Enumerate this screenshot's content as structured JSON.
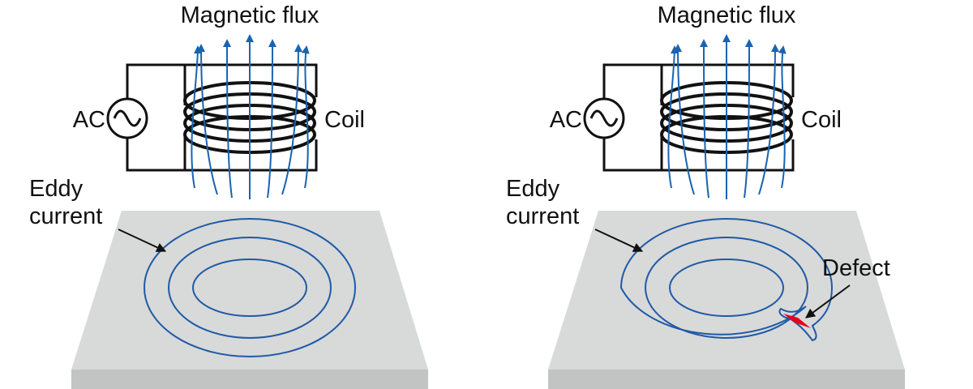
{
  "colors": {
    "flux": "#1a63b0",
    "eddy": "#1f5aa6",
    "plate_top": "#d8d9d9",
    "plate_side": "#c2c3c3",
    "circuit": "#111111",
    "defect": "#e8001c"
  },
  "panels": [
    {
      "id": "no-defect",
      "labels": {
        "flux": "Magnetic flux",
        "ac": "AC",
        "coil": "Coil",
        "eddy_line1": "Eddy",
        "eddy_line2": "current"
      }
    },
    {
      "id": "with-defect",
      "labels": {
        "flux": "Magnetic flux",
        "ac": "AC",
        "coil": "Coil",
        "eddy_line1": "Eddy",
        "eddy_line2": "current",
        "defect": "Defect"
      }
    }
  ]
}
